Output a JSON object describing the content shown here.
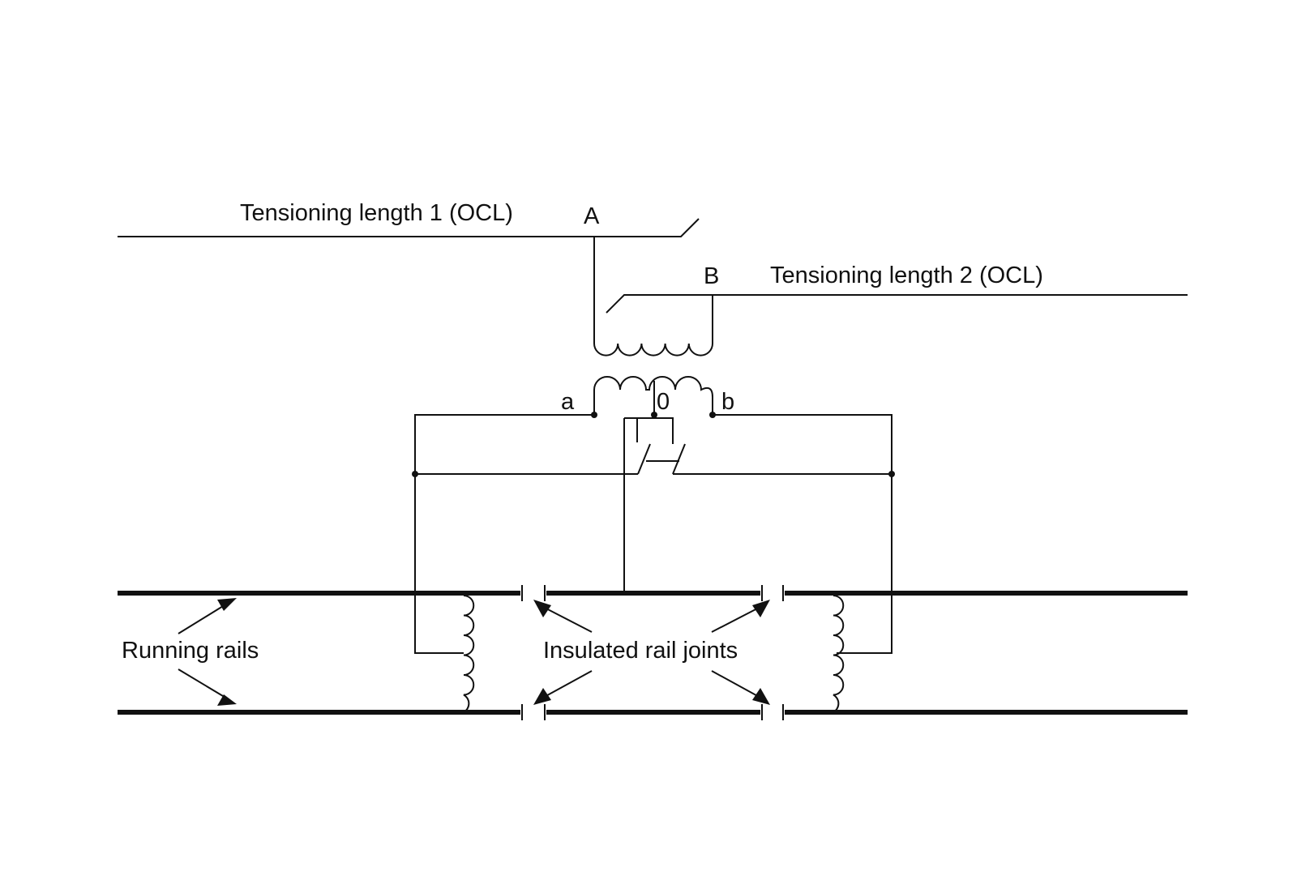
{
  "labels": {
    "tensioning_length_1": "Tensioning length 1 (OCL)",
    "tensioning_length_2": "Tensioning length 2 (OCL)",
    "point_A": "A",
    "point_B": "B",
    "terminal_a": "a",
    "terminal_0": "0",
    "terminal_b": "b",
    "running_rails": "Running rails",
    "insulated_rail_joints": "Insulated rail joints"
  },
  "colors": {
    "ink": "#111111",
    "background": "#ffffff"
  }
}
